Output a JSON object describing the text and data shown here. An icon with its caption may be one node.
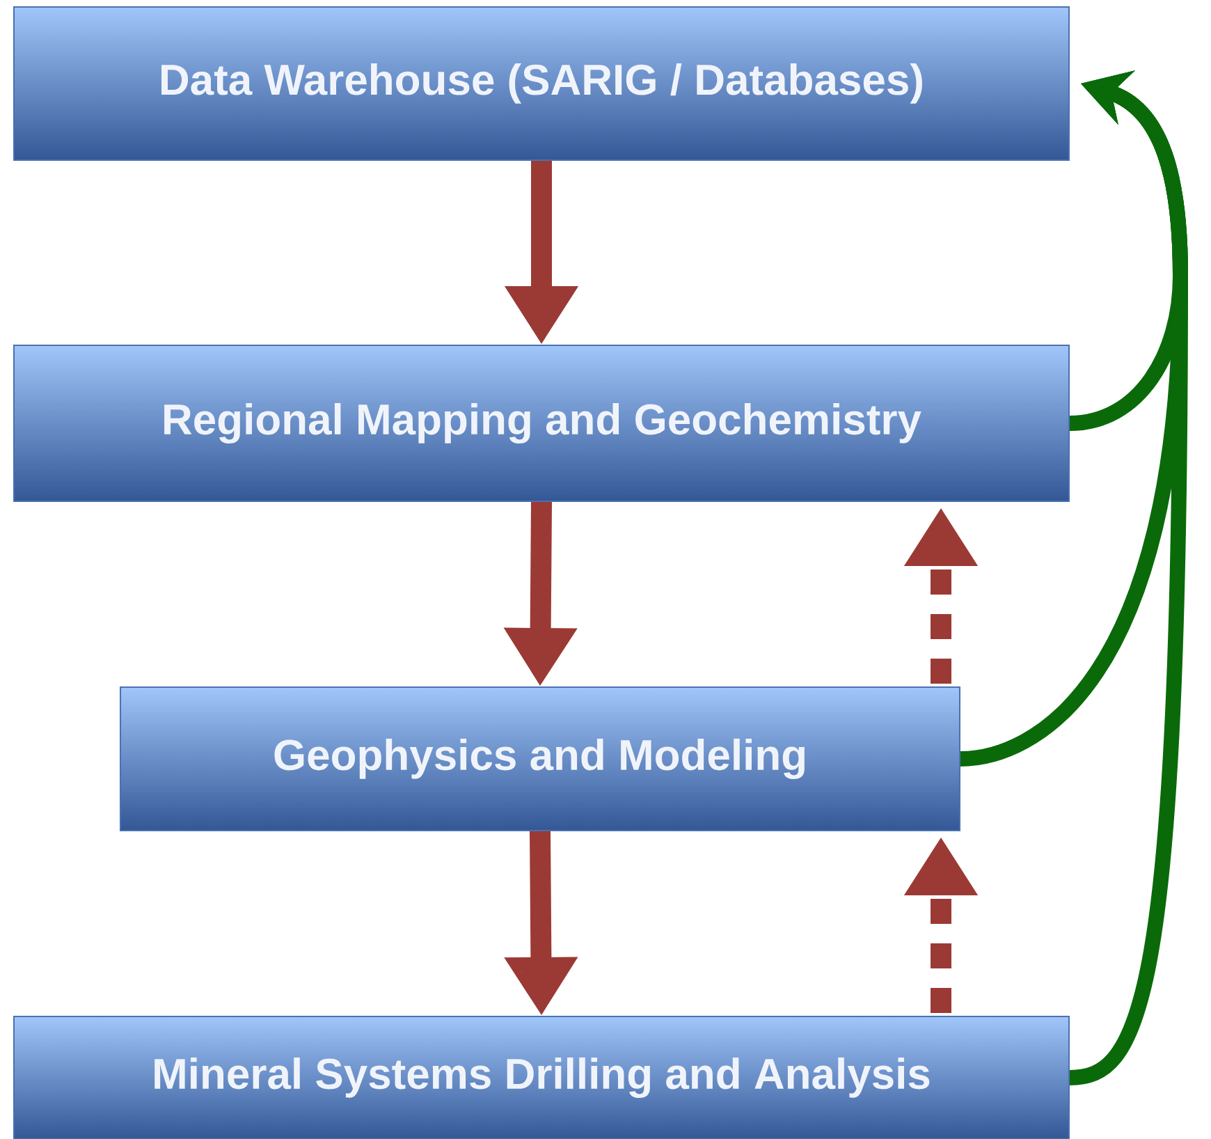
{
  "diagram": {
    "nodes": [
      {
        "text": [
          "Data Warehouse (SARIG / Databases)"
        ]
      },
      {
        "text": [
          "Regional Mapping and Geochemistry"
        ]
      },
      {
        "text": [
          "Geophysics and Modeling"
        ]
      },
      {
        "text": [
          "Mineral Systems Drilling and Analysis"
        ]
      }
    ],
    "edges": [
      {
        "from": 0,
        "to": 1,
        "arrow": "to"
      },
      {
        "from": 1,
        "to": 2,
        "arrow": "to"
      },
      {
        "from": 2,
        "to": 3,
        "arrow": "to"
      },
      {
        "from": 3,
        "to": 2,
        "arrow": "to",
        "style": "dashed"
      },
      {
        "from": 2,
        "to": 1,
        "arrow": "to",
        "style": "dashed"
      },
      {
        "from": 1,
        "to": 0,
        "arrow": "to",
        "color": "#0a6a0a"
      },
      {
        "from": 2,
        "to": 0,
        "arrow": "to",
        "color": "#0a6a0a"
      },
      {
        "from": 3,
        "to": 0,
        "arrow": "to",
        "color": "#0a6a0a"
      }
    ]
  }
}
